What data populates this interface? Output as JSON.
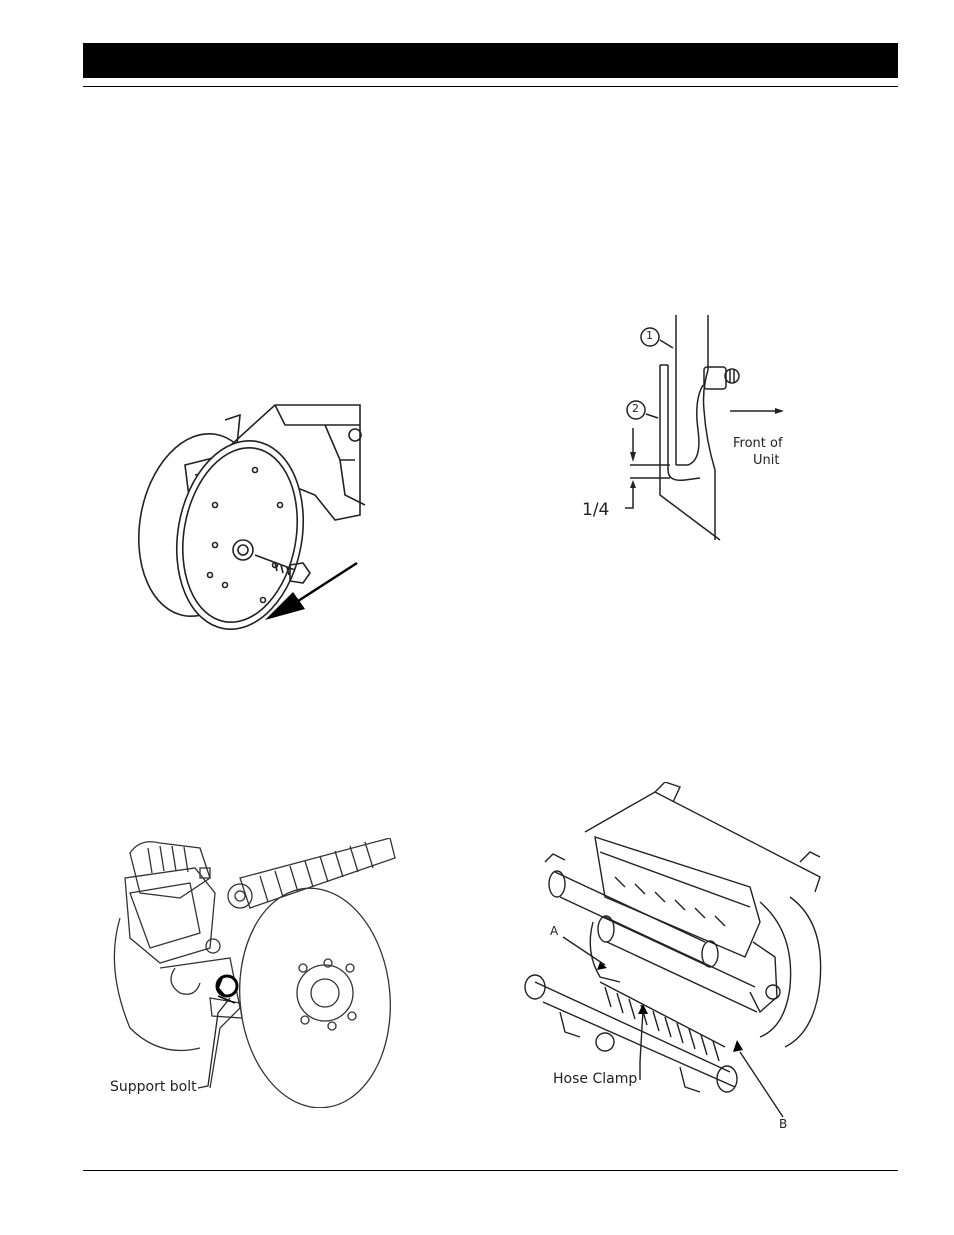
{
  "figures": {
    "disc_opener_removal": {},
    "wear_diagram": {
      "callout_1": "1",
      "callout_2": "2",
      "front_line1": "Front of",
      "front_line2": "Unit",
      "dimension": "1/4"
    },
    "support_bolt": {
      "label": "Support bolt"
    },
    "hose_clamp_unit": {
      "label_a": "A",
      "label_b": "B",
      "label_hose": "Hose Clamp"
    }
  }
}
